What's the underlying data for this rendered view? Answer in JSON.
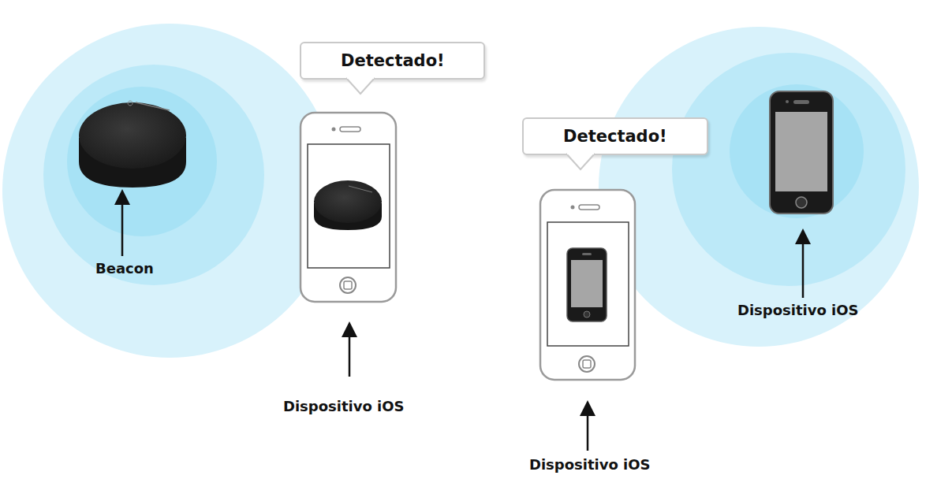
{
  "diagram": {
    "nodes": [
      {
        "text": [
          "Detectado!"
        ]
      },
      {
        "text": [
          "Detectado!"
        ]
      }
    ],
    "labels": [
      "Beacon",
      "Dispositivo iOS",
      "Dispositivo iOS",
      "Dispositivo iOS"
    ]
  }
}
